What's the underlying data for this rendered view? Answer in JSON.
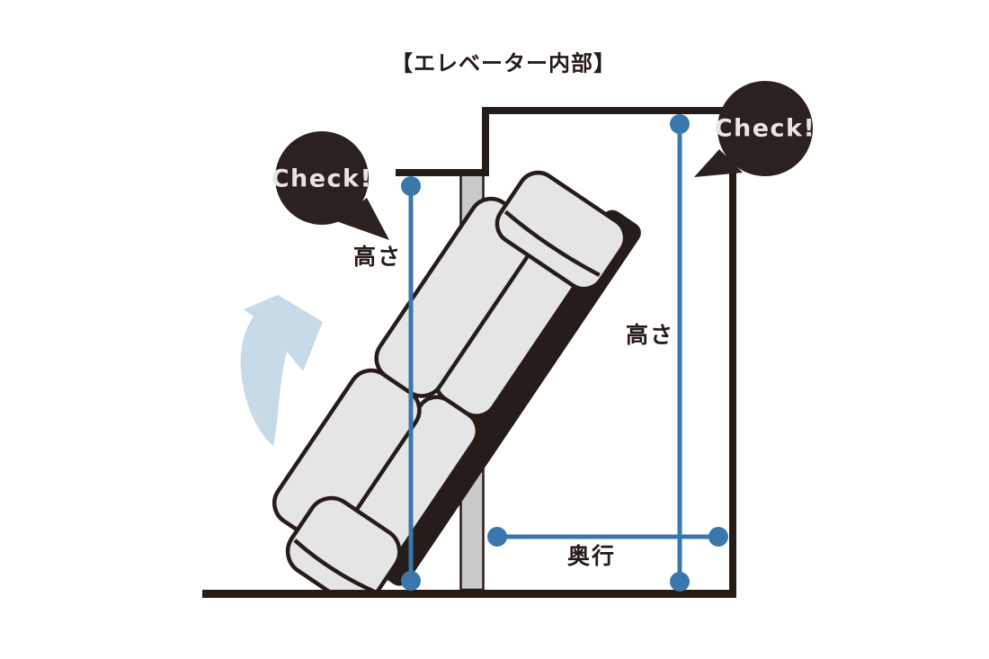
{
  "title": "【エレベーター内部】",
  "labels": {
    "height_left": "高さ",
    "height_right": "高さ",
    "depth": "奥行"
  },
  "badges": {
    "check_left": "Check!",
    "check_right": "Check!"
  },
  "colors": {
    "outline_dark": "#251b17",
    "measure_blue": "#3a77ad",
    "arrow_light_blue": "#c7dae8",
    "sofa_fill": "#e5e5e6",
    "sofa_outline": "#261c19",
    "wall_gray": "#cacacb",
    "badge_bg": "#2b211e",
    "badge_text": "#e7e6e4",
    "background": "#ffffff"
  }
}
